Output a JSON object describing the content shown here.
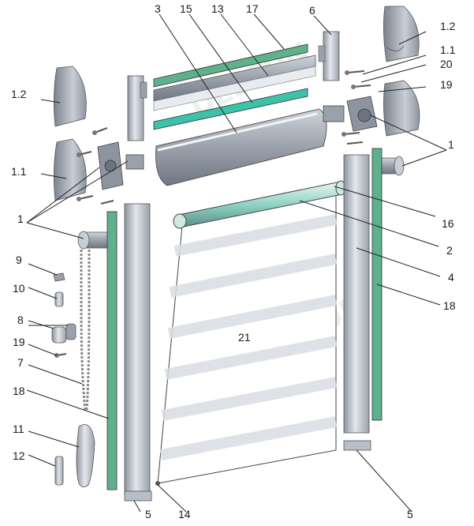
{
  "callouts": [
    {
      "id": "c3",
      "text": "3"
    },
    {
      "id": "c15",
      "text": "15"
    },
    {
      "id": "c13",
      "text": "13"
    },
    {
      "id": "c17",
      "text": "17"
    },
    {
      "id": "c6",
      "text": "6"
    },
    {
      "id": "c1_2_top",
      "text": "1.2"
    },
    {
      "id": "c1_1_right",
      "text": "1.1"
    },
    {
      "id": "c20",
      "text": "20"
    },
    {
      "id": "c19_right",
      "text": "19"
    },
    {
      "id": "c1_2_left",
      "text": "1.2"
    },
    {
      "id": "c1_right",
      "text": "1"
    },
    {
      "id": "c1_1_left",
      "text": "1.1"
    },
    {
      "id": "c1_left",
      "text": "1"
    },
    {
      "id": "c16",
      "text": "16"
    },
    {
      "id": "c2",
      "text": "2"
    },
    {
      "id": "c9",
      "text": "9"
    },
    {
      "id": "c4",
      "text": "4"
    },
    {
      "id": "c10",
      "text": "10"
    },
    {
      "id": "c18_right",
      "text": "18"
    },
    {
      "id": "c21",
      "text": "21"
    },
    {
      "id": "c8",
      "text": "8"
    },
    {
      "id": "c19_left",
      "text": "19"
    },
    {
      "id": "c7",
      "text": "7"
    },
    {
      "id": "c18_left",
      "text": "18"
    },
    {
      "id": "c11",
      "text": "11"
    },
    {
      "id": "c12",
      "text": "12"
    },
    {
      "id": "c5_left",
      "text": "5"
    },
    {
      "id": "c14",
      "text": "14"
    },
    {
      "id": "c5_right",
      "text": "5"
    }
  ],
  "watermark": {
    "text": "DESSUN"
  },
  "colors": {
    "metal_light": "#d9dde3",
    "metal_mid": "#a9b0ba",
    "metal_dark": "#6d7480",
    "green_strip": "#5fb08c",
    "teal_strip": "#3cc2a8",
    "line": "#222222"
  }
}
